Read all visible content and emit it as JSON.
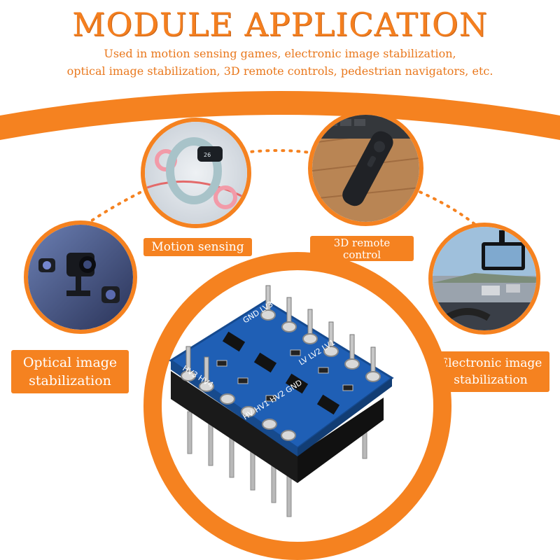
{
  "header": {
    "title": "MODULE APPLICATION",
    "subtitle_line1": "Used in motion sensing games, electronic image stabilization,",
    "subtitle_line2": "optical image stabilization, 3D remote controls, pedestrian navigators, etc."
  },
  "applications": [
    {
      "label": "Motion sensing"
    },
    {
      "label_line1": "3D remote",
      "label_line2": "control"
    },
    {
      "label_line1": "Optical image",
      "label_line2": "stabilization"
    },
    {
      "label_line1": "Electronic image",
      "label_line2": "stabilization"
    }
  ],
  "board": {
    "silk_top": "GND LV3 LV4",
    "silk_mid": "LV LV2 LV1",
    "silk_left": "HV3 HV4",
    "silk_bottom": "HV HV1 HV2 GND"
  },
  "colors": {
    "accent": "#f58220",
    "board": "#1f5fb5"
  }
}
